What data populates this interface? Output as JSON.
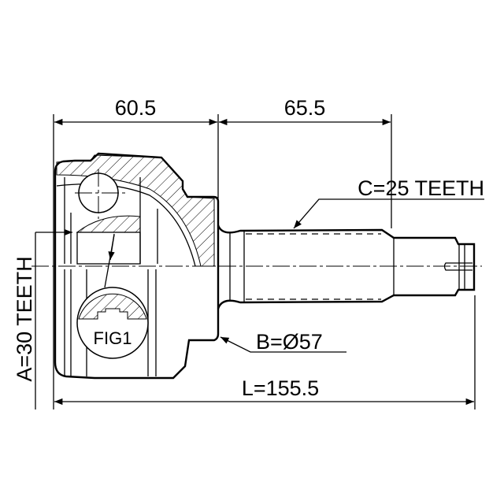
{
  "dimensions": {
    "length_a_label": "60.5",
    "length_b_label": "65.5",
    "outer_teeth_label": "C=25 TEETH",
    "diameter_label": "B=Ø57",
    "total_length_label": "L=155.5",
    "inner_teeth_label": "A=30 TEETH"
  },
  "detail": {
    "fig_label": "FIG1"
  },
  "colors": {
    "line": "#000000",
    "background": "#ffffff"
  }
}
